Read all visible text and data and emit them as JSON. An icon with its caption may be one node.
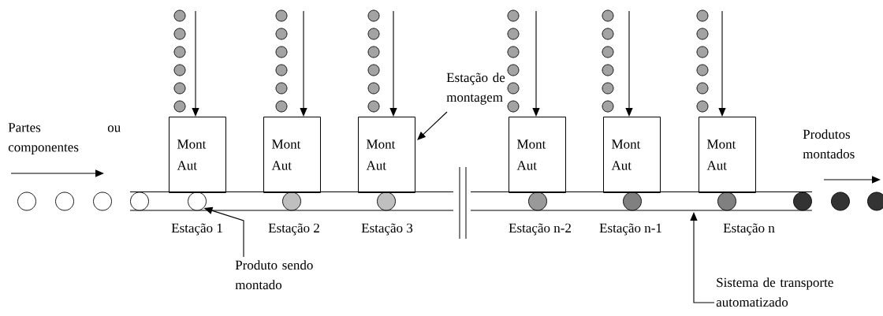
{
  "diagram": {
    "nodes": [
      {
        "text": [
          "Partes ou componentes"
        ]
      },
      {
        "text": [
          "Mont Aut"
        ]
      },
      {
        "text": [
          "Mont Aut"
        ]
      },
      {
        "text": [
          "Mont Aut"
        ]
      },
      {
        "text": [
          "Mont Aut"
        ]
      },
      {
        "text": [
          "Mont Aut"
        ]
      },
      {
        "text": [
          "Mont Aut"
        ]
      },
      {
        "text": [
          "Estação de montagem"
        ]
      },
      {
        "text": [],
        "shape": "bar"
      },
      {
        "text": [],
        "shape": "circle",
        "in": 8
      },
      {
        "text": [
          "Produto sendo montado"
        ]
      },
      {
        "text": [
          "Sistema de transporte automatizado"
        ]
      },
      {
        "text": [
          "Produtos montados"
        ]
      },
      {
        "text": [],
        "shape": "circle"
      },
      {
        "text": [],
        "shape": "circle"
      },
      {
        "text": [],
        "shape": "circle"
      },
      {
        "text": [],
        "shape": "circle",
        "in": 8
      },
      {
        "text": [],
        "shape": "circle",
        "in": 8
      },
      {
        "text": [],
        "shape": "circle",
        "in": 8
      },
      {
        "text": [],
        "shape": "circle",
        "in": 8
      },
      {
        "text": [],
        "shape": "circle",
        "in": 8
      },
      {
        "text": [],
        "shape": "circle",
        "in": 8
      },
      {
        "text": [],
        "shape": "circle",
        "in": 8
      },
      {
        "text": [],
        "shape": "circle"
      },
      {
        "text": [],
        "shape": "circle"
      }
    ],
    "edges": [
      {
        "from": null,
        "to": 1,
        "arrow": "to"
      },
      {
        "from": null,
        "to": 2,
        "arrow": "to"
      },
      {
        "from": null,
        "to": 3,
        "arrow": "to"
      },
      {
        "from": null,
        "to": 4,
        "arrow": "to"
      },
      {
        "from": null,
        "to": 5,
        "arrow": "to"
      },
      {
        "from": null,
        "to": 6,
        "arrow": "to"
      },
      {
        "from": 7,
        "to": 3,
        "arrow": "to"
      },
      {
        "from": 10,
        "to": 9,
        "arrow": "to"
      },
      {
        "from": 11,
        "to": 8,
        "arrow": "to"
      }
    ],
    "labels": [
      "Estação 1",
      "Estação 2",
      "Estação 3",
      "Estação n-2",
      "Estação n-1",
      "Estação n"
    ]
  }
}
